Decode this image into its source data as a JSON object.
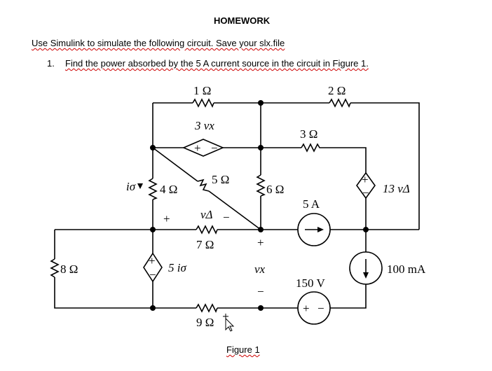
{
  "heading": "HOMEWORK",
  "instruction": "Use Simulink to simulate the following circuit. Save your slx.file",
  "task_number": "1.",
  "task": "Find the power absorbed by the 5 A current source in the circuit in Figure 1.",
  "figure_caption": "Figure 1",
  "circuit": {
    "r1": "1 Ω",
    "r2": "2 Ω",
    "r3": "3 Ω",
    "r4": "4 Ω",
    "r5": "5 Ω",
    "r6": "6 Ω",
    "r7": "7 Ω",
    "r8": "8 Ω",
    "r9": "9 Ω",
    "dep_v1": "3 vx",
    "dep_v2": "13 vΔ",
    "dep_v3": "5 iσ",
    "isrc": "5 A",
    "isrc2": "100 mA",
    "vsrc": "150 V",
    "i_label": "iσ",
    "v_delta": "vΔ",
    "v_x": "vx",
    "plus": "+",
    "minus": "−"
  }
}
